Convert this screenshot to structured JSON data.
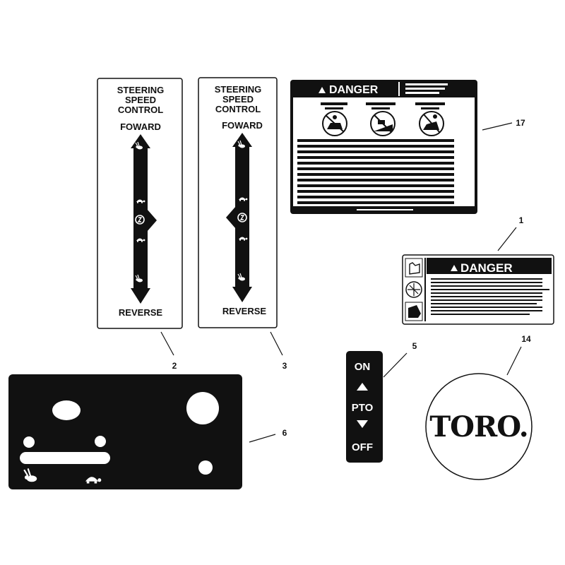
{
  "colors": {
    "ink": "#111111",
    "paper": "#ffffff"
  },
  "decal_2": {
    "title_lines": [
      "STEERING",
      "SPEED",
      "CONTROL"
    ],
    "top_label": "FOWARD",
    "bottom_label": "REVERSE",
    "callout": "2",
    "icons": [
      "rabbit-icon",
      "turtle-icon",
      "neutral-icon",
      "turtle-icon",
      "rabbit-icon"
    ]
  },
  "decal_3": {
    "title_lines": [
      "STEERING",
      "SPEED",
      "CONTROL"
    ],
    "top_label": "FOWARD",
    "bottom_label": "REVERSE",
    "callout": "3",
    "icons": [
      "rabbit-icon",
      "turtle-icon",
      "neutral-icon",
      "turtle-icon",
      "rabbit-icon"
    ]
  },
  "decal_17": {
    "header": "DANGER",
    "callout": "17",
    "icons": [
      "no-riders-icon",
      "no-slopes-icon",
      "thrown-objects-icon"
    ]
  },
  "decal_1": {
    "header": "DANGER",
    "callout": "1",
    "icons": [
      "hand-icon",
      "blade-icon",
      "foot-icon"
    ]
  },
  "decal_5": {
    "on_label": "ON",
    "pto_label": "PTO",
    "off_label": "OFF",
    "callout": "5"
  },
  "decal_14": {
    "logo_text": "TORO.",
    "callout": "14"
  },
  "decal_6": {
    "callout": "6",
    "icons": [
      "rabbit-icon",
      "turtle-icon"
    ]
  }
}
